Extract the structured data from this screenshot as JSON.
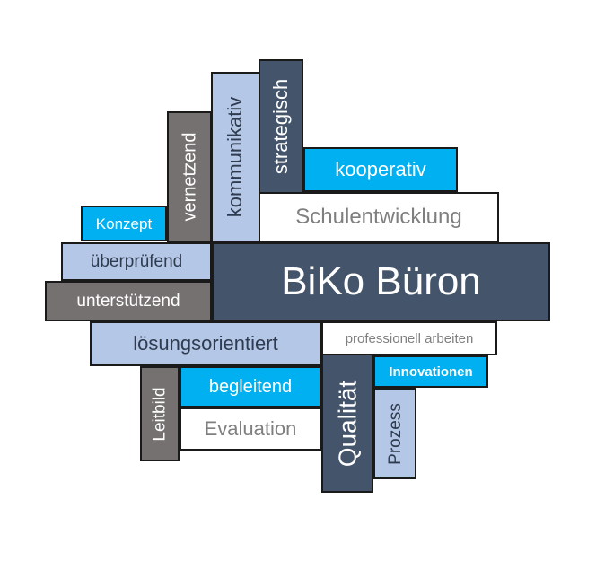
{
  "cloud": {
    "title": "BiKo Büron",
    "words": {
      "strategisch": "strategisch",
      "kommunikativ": "kommunikativ",
      "vernetzend": "vernetzend",
      "kooperativ": "kooperativ",
      "konzept": "Konzept",
      "schulentwicklung": "Schulentwicklung",
      "ueberpruefend": "überprüfend",
      "unterstuetzend": "unterstützend",
      "loesungsorientiert": "lösungsorientiert",
      "professionell_arbeiten": "professionell arbeiten",
      "innovationen": "Innovationen",
      "begleitend": "begleitend",
      "leitbild": "Leitbild",
      "evaluation": "Evaluation",
      "qualitaet": "Qualität",
      "prozess": "Prozess"
    },
    "colors": {
      "navy": "#44546a",
      "cyan": "#00b0f0",
      "gray": "#767171",
      "light_blue": "#b4c7e7",
      "white": "#ffffff"
    }
  }
}
